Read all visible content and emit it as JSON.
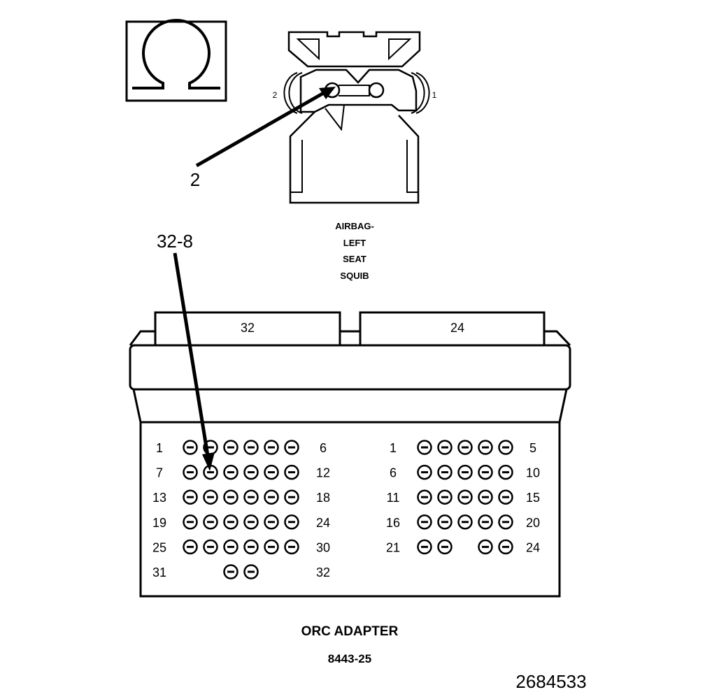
{
  "ohm_symbol": {
    "icon": "ohm-icon"
  },
  "squib_connector": {
    "title_lines": [
      "AIRBAG-",
      "LEFT",
      "SEAT",
      "SQUIB"
    ],
    "pin_labels": {
      "left": "2",
      "right": "1"
    },
    "callout": "2"
  },
  "orc_adapter": {
    "callout": "32-8",
    "left_connector": {
      "tab_label": "32",
      "rows": [
        {
          "start": "1",
          "end": "6",
          "pins": [
            1,
            1,
            1,
            1,
            1,
            1
          ]
        },
        {
          "start": "7",
          "end": "12",
          "pins": [
            1,
            1,
            1,
            1,
            1,
            1
          ]
        },
        {
          "start": "13",
          "end": "18",
          "pins": [
            1,
            1,
            1,
            1,
            1,
            1
          ]
        },
        {
          "start": "19",
          "end": "24",
          "pins": [
            1,
            1,
            1,
            1,
            1,
            1
          ]
        },
        {
          "start": "25",
          "end": "30",
          "pins": [
            1,
            1,
            1,
            1,
            1,
            1
          ]
        },
        {
          "start": "31",
          "end": "32",
          "pins": [
            0,
            0,
            1,
            1,
            0,
            0
          ]
        }
      ]
    },
    "right_connector": {
      "tab_label": "24",
      "rows": [
        {
          "start": "1",
          "end": "5",
          "pins": [
            1,
            1,
            1,
            1,
            1
          ]
        },
        {
          "start": "6",
          "end": "10",
          "pins": [
            1,
            1,
            1,
            1,
            1
          ]
        },
        {
          "start": "11",
          "end": "15",
          "pins": [
            1,
            1,
            1,
            1,
            1
          ]
        },
        {
          "start": "16",
          "end": "20",
          "pins": [
            1,
            1,
            1,
            1,
            1
          ]
        },
        {
          "start": "21",
          "end": "24",
          "pins": [
            1,
            1,
            0,
            1,
            1
          ]
        }
      ]
    },
    "title": "ORC ADAPTER",
    "part_number": "8443-25"
  },
  "figure_id": "2684533"
}
